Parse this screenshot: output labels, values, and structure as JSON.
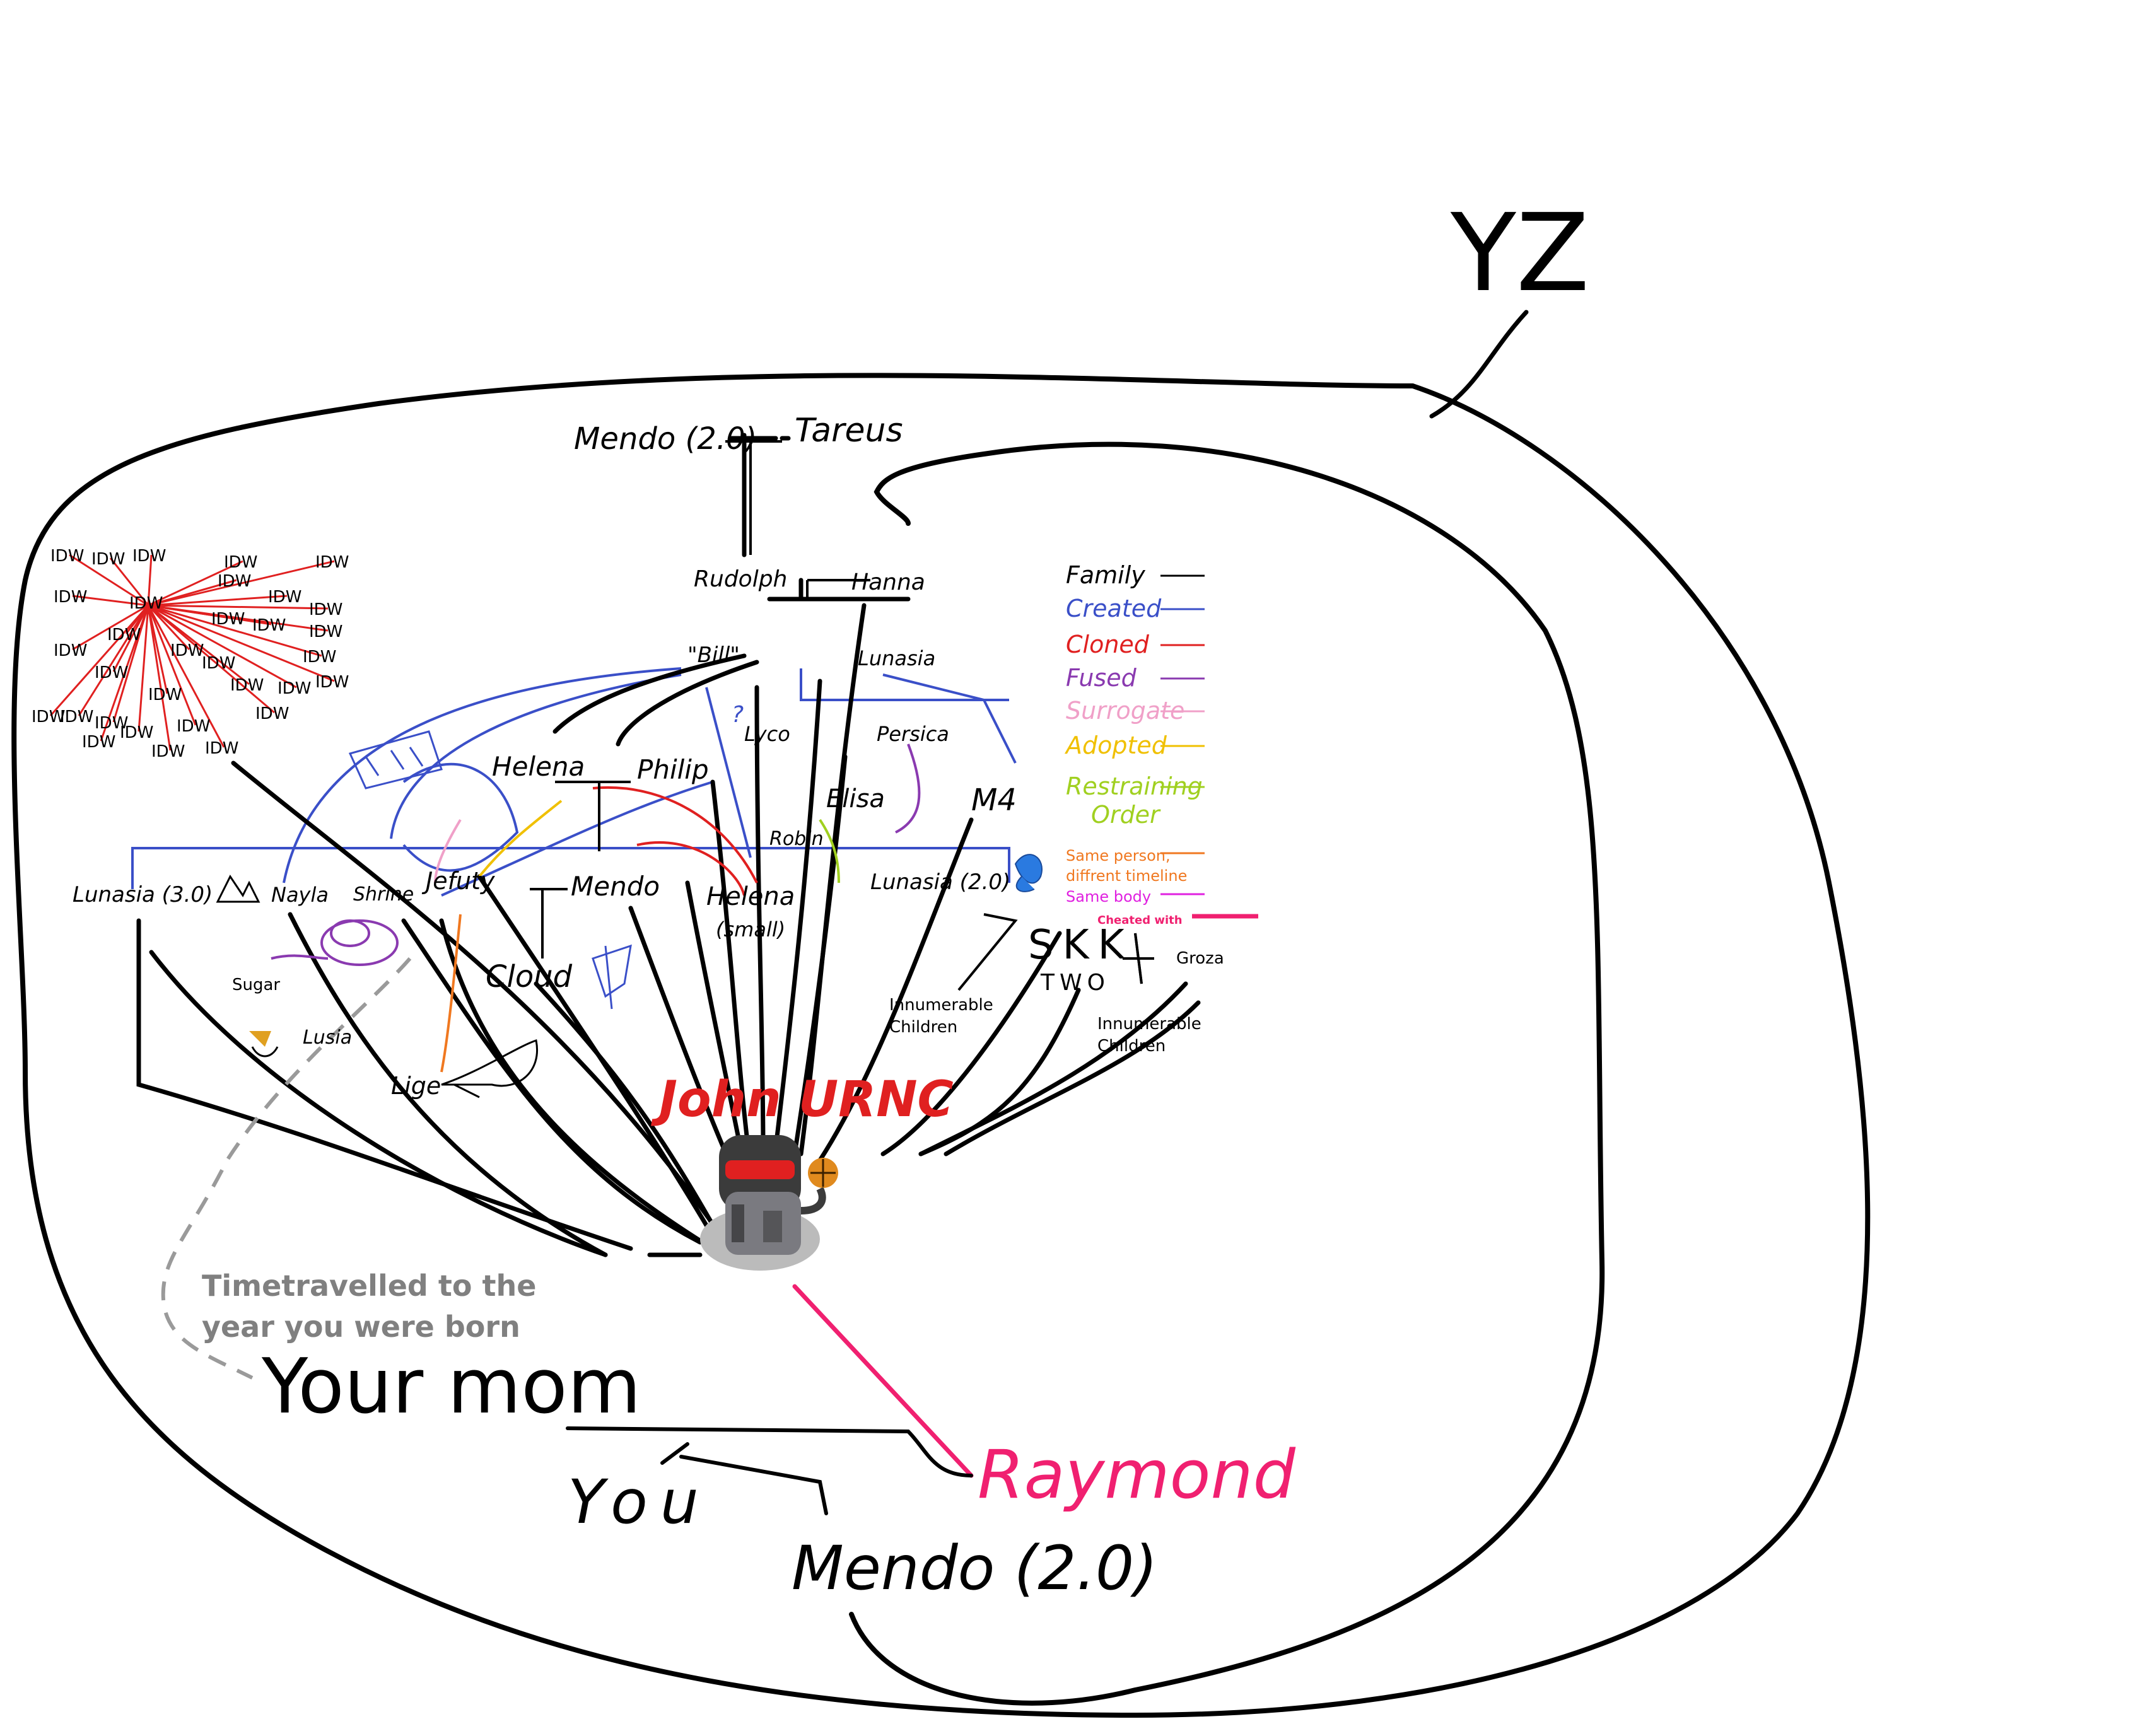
{
  "top_label": "YZ",
  "idw_label": "IDW",
  "idw_count": 32,
  "people": {
    "mendo_20_top": "Mendo (2.0)",
    "tareus": "Tareus",
    "rudolph": "Rudolph",
    "hanna": "Hanna",
    "bill": "\"Bill\"",
    "lunasia": "Lunasia",
    "question": "?",
    "lyco": "Lyco",
    "persica": "Persica",
    "helena": "Helena",
    "philip": "Philip",
    "elisa": "Elisa",
    "m4": "M4",
    "robin": "Robin",
    "lunasia_30": "Lunasia (3.0)",
    "nayla": "Nayla",
    "shrine": "Shrine",
    "jefuty": "Jefuty",
    "mendo": "Mendo",
    "helena_small": "Helena",
    "small": "(small)",
    "lunasia_20": "Lunasia (2.0)",
    "cloud": "Cloud",
    "sugar": "Sugar",
    "lusia": "Lusia",
    "lige": "Lige",
    "skk": "SKK",
    "two": "TWO",
    "groza": "Groza",
    "innumerable_1": "Innumerable",
    "children_1": "Children",
    "innumerable_2": "Innumerable",
    "children_2": "Children",
    "john": "John URNC",
    "timetravel_1": "Timetravelled to the",
    "timetravel_2": "year you were born",
    "your_mom": "Your mom",
    "you": "You",
    "raymond": "Raymond",
    "mendo_20_bottom": "Mendo (2.0)"
  },
  "legend": [
    {
      "label": "Family",
      "color": "#000000"
    },
    {
      "label": "Created",
      "color": "#3a4fc8"
    },
    {
      "label": "Cloned",
      "color": "#e02020"
    },
    {
      "label": "Fused",
      "color": "#8a3ab0"
    },
    {
      "label": "Surrogate",
      "color": "#f0a0c8"
    },
    {
      "label": "Adopted",
      "color": "#f0c000"
    },
    {
      "label": "Restraining",
      "label2": "Order",
      "color": "#a0d020"
    },
    {
      "label": "Same person,",
      "label2": "diffrent timeline",
      "color": "#f07820"
    },
    {
      "label": "Same body",
      "color": "#e020e0"
    },
    {
      "label": "Cheated with",
      "color": "#f02070"
    }
  ],
  "colors": {
    "line": "#000000",
    "created": "#3a4fc8",
    "cloned": "#e02020",
    "fused": "#8a3ab0",
    "surrogate": "#f0a0c8",
    "adopted": "#f0c000",
    "restraining": "#a0d020",
    "timeline": "#f07820",
    "same_body": "#e020e0",
    "cheated": "#f02070",
    "timetravel": "#9a9a9a",
    "john": "#e02020"
  }
}
